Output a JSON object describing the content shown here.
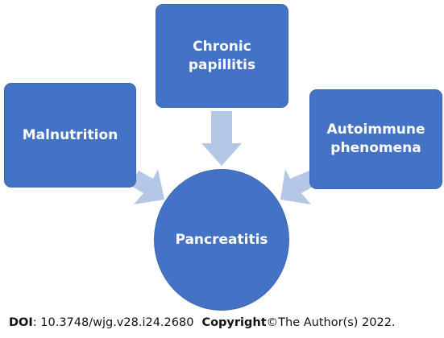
{
  "diagram": {
    "nodes": {
      "chronic": "Chronic\npapillitis",
      "malnutrition": "Malnutrition",
      "autoimmune": "Autoimmune\nphenomena",
      "pancreatitis": "Pancreatitis"
    },
    "colors": {
      "node_fill": "#4472c4",
      "arrow_fill": "#b4c7e7",
      "text": "#ffffff"
    }
  },
  "footer": {
    "doi_label": "DOI",
    "doi_value": ": 10.3748/wjg.v28.i24.2680",
    "copyright_label": "Copyright",
    "copyright_value": "©The Author(s) 2022."
  }
}
